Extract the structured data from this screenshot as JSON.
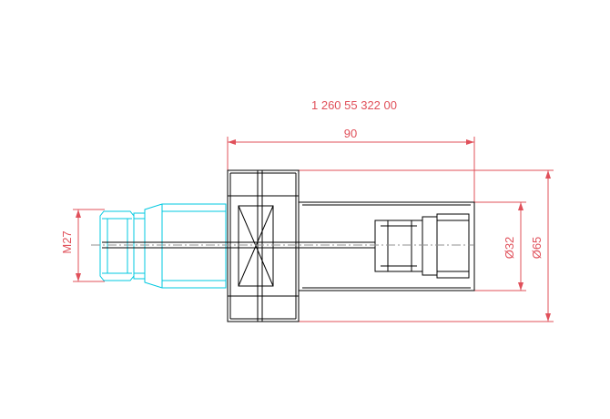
{
  "part_number": "1 260 55 322 00",
  "dimensions": {
    "length": "90",
    "bore_diameter": "Ø32",
    "outer_diameter": "Ø65",
    "thread": "M27"
  },
  "colors": {
    "dimension": "#e0505a",
    "outline": "#000000",
    "thread": "#00c8e0",
    "centerline": "#909090"
  }
}
